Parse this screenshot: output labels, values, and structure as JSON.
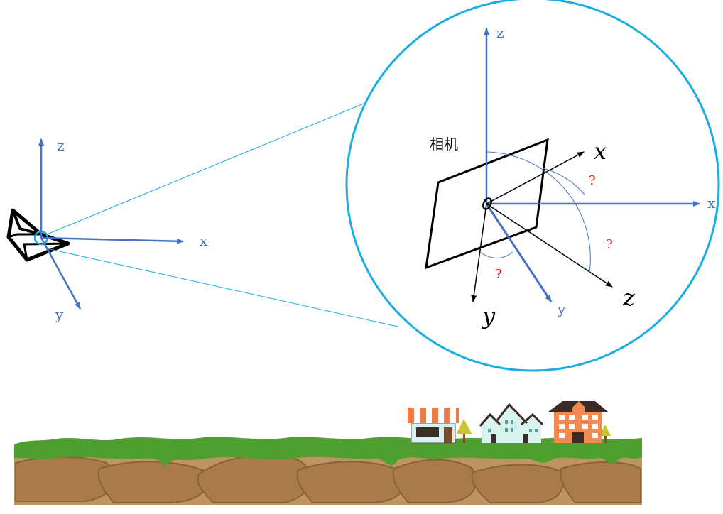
{
  "world_axes": {
    "z": "z",
    "x": "x",
    "y": "y"
  },
  "zoom_axes": {
    "z": "z",
    "x": "x",
    "y": "y"
  },
  "camera": {
    "label": "相机",
    "axes": {
      "x": "x",
      "y": "y",
      "z": "z"
    }
  },
  "unknown_angles": [
    "?",
    "?",
    "?"
  ],
  "colors": {
    "world_axis": "#4472C4",
    "zoom_circle": "#1AADE3",
    "camera_axis": "#000000",
    "angle_arc": "#4472C4",
    "question_mark": "#FF0000",
    "grass": "#4F9E30",
    "soil": "#BE9462"
  },
  "icons": [
    "drone-icon",
    "shop-icon",
    "house-icon",
    "building-icon",
    "tree-icon"
  ]
}
